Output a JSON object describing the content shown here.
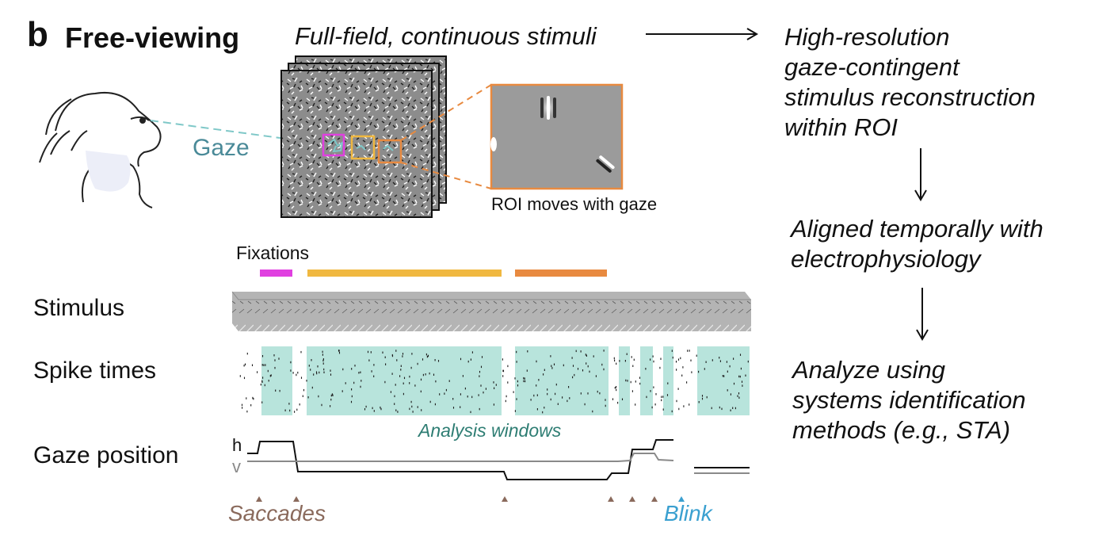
{
  "panel": {
    "letter": "b",
    "title": "Free-viewing"
  },
  "top": {
    "stimulus_label": "Full-field, continuous stimuli",
    "gaze_label": "Gaze",
    "roi_caption": "ROI moves with gaze"
  },
  "flow_steps": [
    {
      "lines": [
        "High-resolution",
        "gaze-contingent",
        "stimulus reconstruction",
        "within ROI"
      ]
    },
    {
      "lines": [
        "Aligned temporally with",
        "electrophysiology"
      ]
    },
    {
      "lines": [
        "Analyze using",
        "systems identification",
        "methods (e.g., STA)"
      ]
    }
  ],
  "timeline": {
    "fixations_label": "Fixations",
    "rows": {
      "stimulus": "Stimulus",
      "spikes": "Spike times",
      "gaze": "Gaze position"
    },
    "h_label": "h",
    "v_label": "v",
    "analysis_label": "Analysis windows",
    "saccades_label": "Saccades",
    "blink_label": "Blink"
  },
  "colors": {
    "fix1": "#e040e0",
    "fix2": "#f0b840",
    "fix3": "#e88a40",
    "window": "#b8e4dc",
    "gaze_line": "#7fc8c8",
    "saccade_marker": "#8a6a5c",
    "blink_marker": "#3aa0d0"
  }
}
